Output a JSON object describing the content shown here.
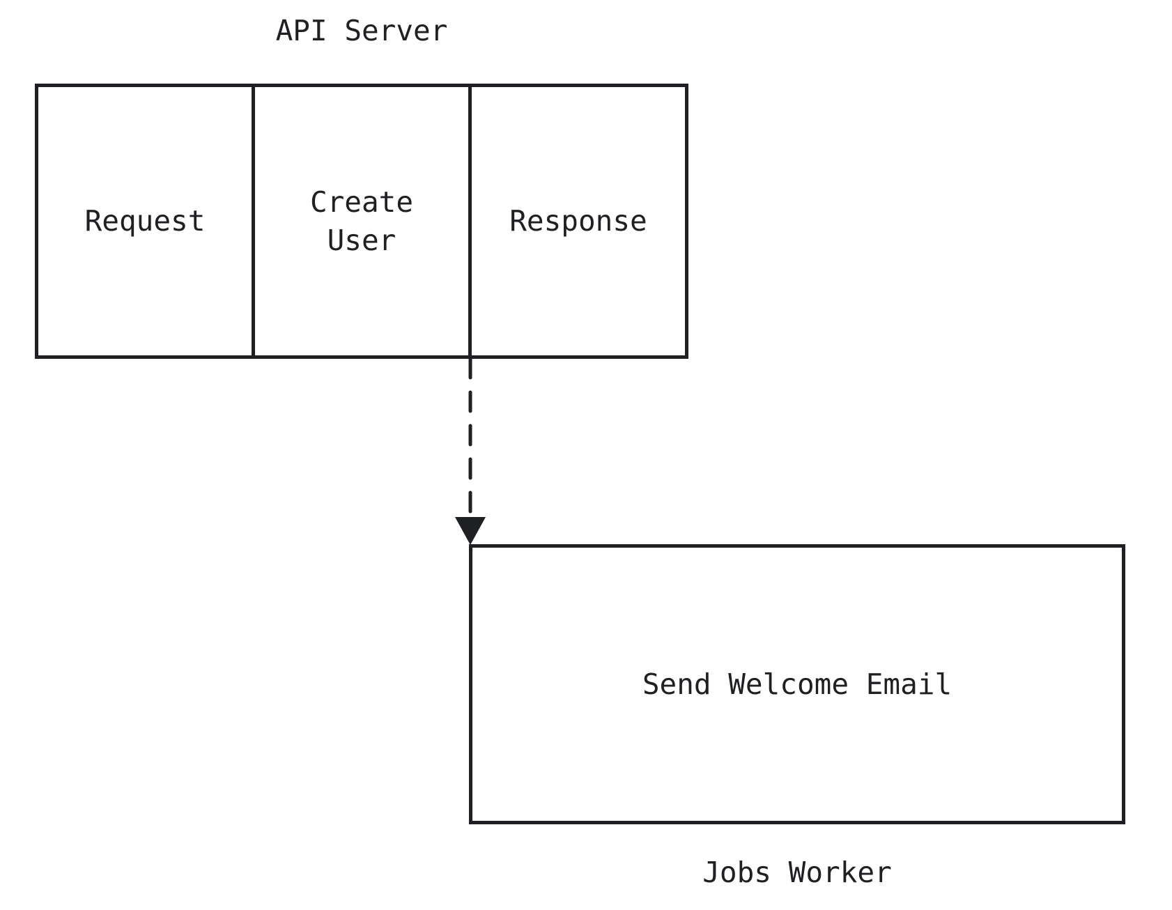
{
  "diagram": {
    "api_server": {
      "title": "API Server",
      "cells": [
        {
          "label": "Request"
        },
        {
          "label": "Create\nUser"
        },
        {
          "label": "Response"
        }
      ]
    },
    "arrow": {
      "style": "dashed",
      "direction": "down",
      "from": "Create User / Response boundary",
      "to": "Send Welcome Email"
    },
    "jobs_worker": {
      "title": "Jobs Worker",
      "label": "Send Welcome Email"
    },
    "colors": {
      "ink": "#1e2023",
      "background": "#ffffff"
    }
  }
}
